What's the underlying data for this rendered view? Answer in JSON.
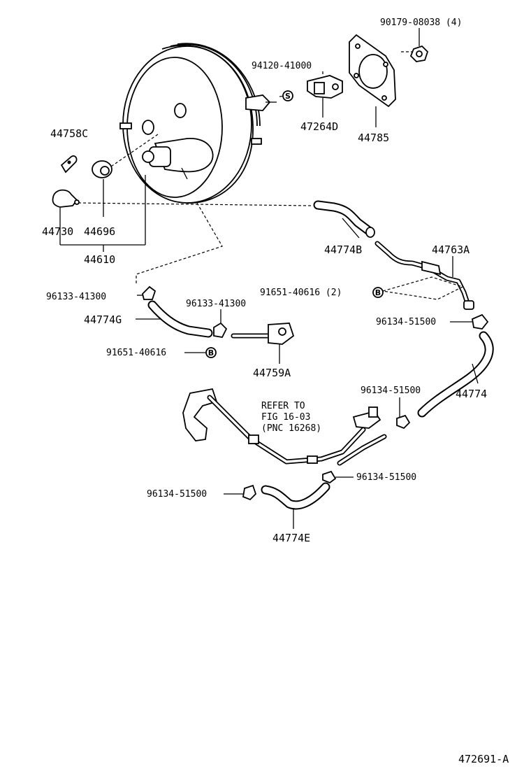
{
  "labels": {
    "p90179": "90179-08038 (4)",
    "p94120": "94120-41000",
    "p47264D": "47264D",
    "p44785": "44785",
    "p44758C": "44758C",
    "p44730": "44730",
    "p44696": "44696",
    "p44610": "44610",
    "p44774B": "44774B",
    "p44763A": "44763A",
    "p96133a": "96133-41300",
    "p44774G": "44774G",
    "p96133b": "96133-41300",
    "p91651a": "91651-40616 (2)",
    "p96134a": "96134-51500",
    "p91651b": "91651-40616",
    "p44759A": "44759A",
    "p96134b": "96134-51500",
    "p44774": "44774",
    "refer1": "REFER TO",
    "refer2": "FIG 16-03",
    "refer3": "(PNC 16268)",
    "p96134c": "96134-51500",
    "p96134d": "96134-51500",
    "p44774E": "44774E",
    "figure_id": "472691-A"
  },
  "markers": {
    "s": "S",
    "b1": "B",
    "b2": "B"
  }
}
